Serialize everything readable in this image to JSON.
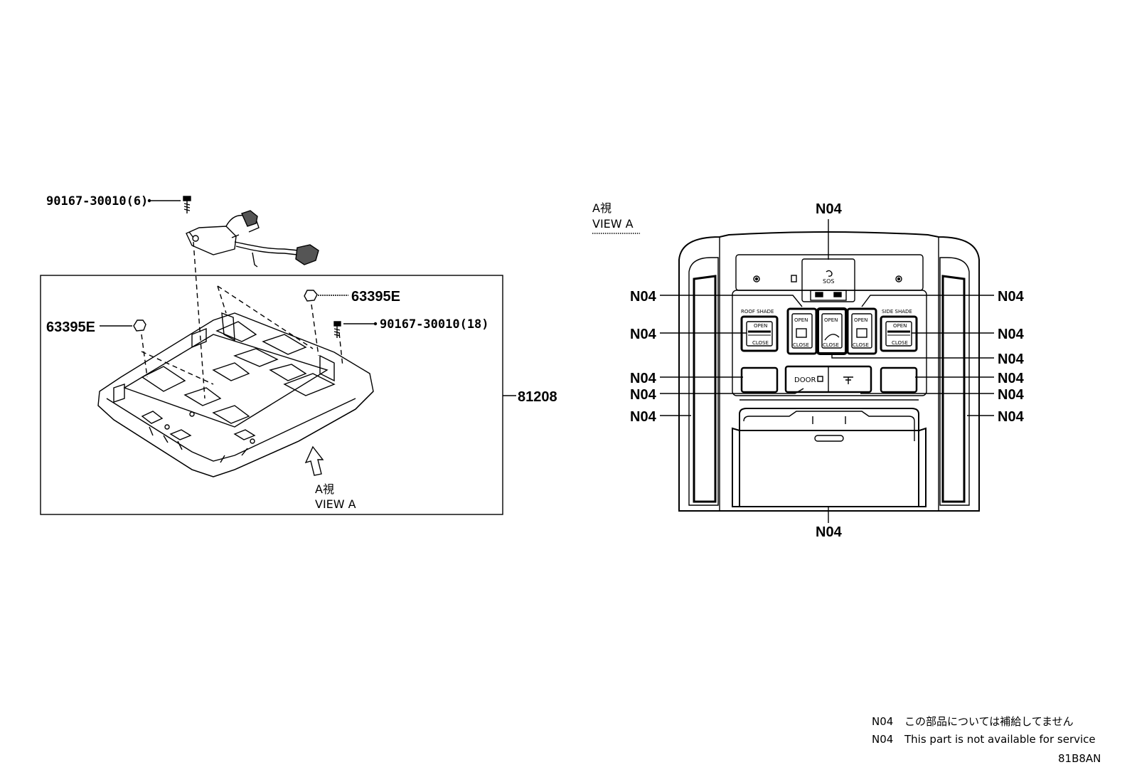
{
  "left_view": {
    "label_bolt_top": "90167-30010(6)",
    "label_clip_right": "63395E",
    "label_clip_left": "63395E",
    "label_bolt_right": "90167-30010(18)",
    "label_assembly": "81208",
    "view_label_jp": "A視",
    "view_label_en": "VIEW A"
  },
  "right_view": {
    "view_label_jp": "A視",
    "view_label_en": "VIEW A",
    "callout": "N04",
    "roof_shade_label": "ROOF SHADE",
    "side_shade_label": "SIDE SHADE",
    "open_label": "OPEN",
    "close_label": "CLOSE",
    "door_label": "DOOR",
    "sos_label": "SOS"
  },
  "notes": {
    "code_1": "N04",
    "text_jp": "この部品については補給してません",
    "code_2": "N04",
    "text_en": "This part is not available for service",
    "diagram_id": "81B8AN"
  }
}
